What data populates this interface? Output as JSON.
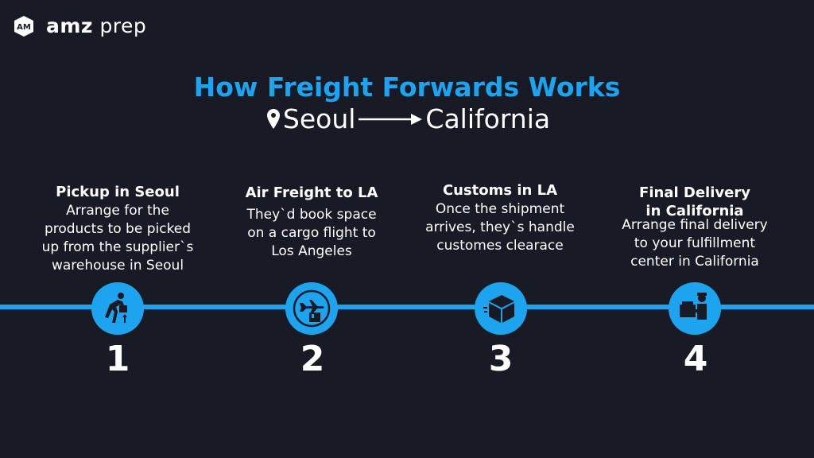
{
  "brand": {
    "name_bold": "amz",
    "name_light": "prep",
    "logo_icon": "amz-cube-logo"
  },
  "header": {
    "title": "How Freight Forwards Works",
    "origin": "Seoul",
    "destination": "California",
    "pin_icon": "map-pin-icon",
    "arrow_icon": "arrow-right-icon"
  },
  "colors": {
    "background": "#181b26",
    "accent": "#1ea3ee",
    "text": "#ffffff"
  },
  "steps": [
    {
      "number": "1",
      "title": "Pickup in Seoul",
      "desc": [
        "Arrange for the",
        "products to be picked",
        "up from the supplier`s",
        "warehouse in Seoul"
      ],
      "icon": "person-lifting-box-icon"
    },
    {
      "number": "2",
      "title": "Air Freight to LA",
      "desc": [
        "They`d book space",
        "on a cargo flight to",
        "Los Angeles"
      ],
      "icon": "airplane-box-icon"
    },
    {
      "number": "3",
      "title": "Customs in LA",
      "desc": [
        "Once the shipment",
        "arrives, they`s handle",
        "customes clearace"
      ],
      "icon": "moving-box-icon"
    },
    {
      "number": "4",
      "title": "Final Delivery",
      "title2": "in California",
      "desc": [
        "Arrange final delivery",
        "to your fulfillment",
        "center in California"
      ],
      "icon": "courier-delivery-icon"
    }
  ]
}
